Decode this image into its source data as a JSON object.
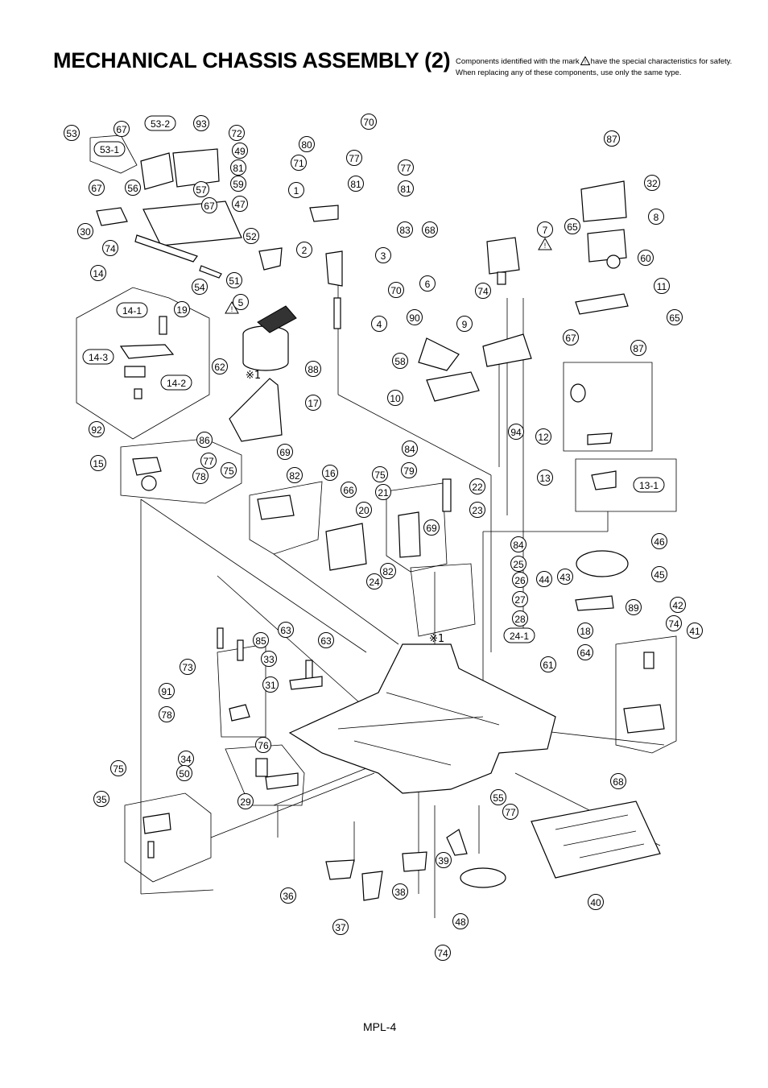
{
  "document": {
    "title": "MECHANICAL CHASSIS ASSEMBLY (2)",
    "note_line1_before": "Components identified with the mark",
    "note_line1_after": "have the special characteristics for safety.",
    "note_line2": "When replacing any of these components, use only the same type.",
    "page_number": "MPL-4",
    "icons": {
      "safety_mark": "warning-triangle-icon"
    }
  },
  "parts": [
    {
      "id": "p53",
      "label": "53"
    },
    {
      "id": "p67a",
      "label": "67"
    },
    {
      "id": "p53-2",
      "label": "53-2"
    },
    {
      "id": "p93",
      "label": "93"
    },
    {
      "id": "p53-1",
      "label": "53-1"
    },
    {
      "id": "p49",
      "label": "49"
    },
    {
      "id": "p56",
      "label": "56"
    },
    {
      "id": "p57",
      "label": "57"
    },
    {
      "id": "p67b",
      "label": "67"
    },
    {
      "id": "p67c",
      "label": "67"
    },
    {
      "id": "p30",
      "label": "30"
    },
    {
      "id": "p52",
      "label": "52"
    },
    {
      "id": "p54",
      "label": "54"
    },
    {
      "id": "p51",
      "label": "51"
    },
    {
      "id": "p74a",
      "label": "74"
    },
    {
      "id": "p14",
      "label": "14"
    },
    {
      "id": "p14-1",
      "label": "14-1"
    },
    {
      "id": "p19",
      "label": "19"
    },
    {
      "id": "p14-3",
      "label": "14-3"
    },
    {
      "id": "p14-2",
      "label": "14-2"
    },
    {
      "id": "p92",
      "label": "92"
    },
    {
      "id": "p72",
      "label": "72"
    },
    {
      "id": "p81a",
      "label": "81"
    },
    {
      "id": "p59",
      "label": "59"
    },
    {
      "id": "p47",
      "label": "47"
    },
    {
      "id": "p80",
      "label": "80"
    },
    {
      "id": "p71",
      "label": "71"
    },
    {
      "id": "p1",
      "label": "1"
    },
    {
      "id": "p70a",
      "label": "70"
    },
    {
      "id": "p77a",
      "label": "77"
    },
    {
      "id": "p81b",
      "label": "81"
    },
    {
      "id": "p77b",
      "label": "77"
    },
    {
      "id": "p81c",
      "label": "81"
    },
    {
      "id": "p83",
      "label": "83"
    },
    {
      "id": "p2",
      "label": "2"
    },
    {
      "id": "p3",
      "label": "3"
    },
    {
      "id": "p70b",
      "label": "70"
    },
    {
      "id": "p4",
      "label": "4"
    },
    {
      "id": "p5",
      "label": "5"
    },
    {
      "id": "p62",
      "label": "62"
    },
    {
      "id": "p88",
      "label": "88"
    },
    {
      "id": "p17",
      "label": "17"
    },
    {
      "id": "p68a",
      "label": "68"
    },
    {
      "id": "p7",
      "label": "7"
    },
    {
      "id": "p65a",
      "label": "65"
    },
    {
      "id": "p87a",
      "label": "87"
    },
    {
      "id": "p32",
      "label": "32"
    },
    {
      "id": "p8",
      "label": "8"
    },
    {
      "id": "p60",
      "label": "60"
    },
    {
      "id": "p6",
      "label": "6"
    },
    {
      "id": "p74b",
      "label": "74"
    },
    {
      "id": "p11",
      "label": "11"
    },
    {
      "id": "p65b",
      "label": "65"
    },
    {
      "id": "p87b",
      "label": "87"
    },
    {
      "id": "p90",
      "label": "90"
    },
    {
      "id": "p9",
      "label": "9"
    },
    {
      "id": "p67d",
      "label": "67"
    },
    {
      "id": "p58",
      "label": "58"
    },
    {
      "id": "p10",
      "label": "10"
    },
    {
      "id": "p94",
      "label": "94"
    },
    {
      "id": "p12",
      "label": "12"
    },
    {
      "id": "p13",
      "label": "13"
    },
    {
      "id": "p13-1",
      "label": "13-1"
    },
    {
      "id": "p15",
      "label": "15"
    },
    {
      "id": "p86",
      "label": "86"
    },
    {
      "id": "p77c",
      "label": "77"
    },
    {
      "id": "p78a",
      "label": "78"
    },
    {
      "id": "p75a",
      "label": "75"
    },
    {
      "id": "p69a",
      "label": "69"
    },
    {
      "id": "p82a",
      "label": "82"
    },
    {
      "id": "p16",
      "label": "16"
    },
    {
      "id": "p84a",
      "label": "84"
    },
    {
      "id": "p75b",
      "label": "75"
    },
    {
      "id": "p79",
      "label": "79"
    },
    {
      "id": "p22",
      "label": "22"
    },
    {
      "id": "p66",
      "label": "66"
    },
    {
      "id": "p21",
      "label": "21"
    },
    {
      "id": "p20",
      "label": "20"
    },
    {
      "id": "p23",
      "label": "23"
    },
    {
      "id": "p69b",
      "label": "69"
    },
    {
      "id": "p84b",
      "label": "84"
    },
    {
      "id": "p25",
      "label": "25"
    },
    {
      "id": "p46",
      "label": "46"
    },
    {
      "id": "p82b",
      "label": "82"
    },
    {
      "id": "p24",
      "label": "24"
    },
    {
      "id": "p26",
      "label": "26"
    },
    {
      "id": "p44",
      "label": "44"
    },
    {
      "id": "p43",
      "label": "43"
    },
    {
      "id": "p45",
      "label": "45"
    },
    {
      "id": "p27",
      "label": "27"
    },
    {
      "id": "p28",
      "label": "28"
    },
    {
      "id": "p89",
      "label": "89"
    },
    {
      "id": "p42",
      "label": "42"
    },
    {
      "id": "p18",
      "label": "18"
    },
    {
      "id": "p24-1",
      "label": "24-1"
    },
    {
      "id": "p74c",
      "label": "74"
    },
    {
      "id": "p41",
      "label": "41"
    },
    {
      "id": "p64",
      "label": "64"
    },
    {
      "id": "p63a",
      "label": "63"
    },
    {
      "id": "p85",
      "label": "85"
    },
    {
      "id": "p63b",
      "label": "63"
    },
    {
      "id": "p61",
      "label": "61"
    },
    {
      "id": "p73",
      "label": "73"
    },
    {
      "id": "p33",
      "label": "33"
    },
    {
      "id": "p31",
      "label": "31"
    },
    {
      "id": "p91",
      "label": "91"
    },
    {
      "id": "p78b",
      "label": "78"
    },
    {
      "id": "p76",
      "label": "76"
    },
    {
      "id": "p34",
      "label": "34"
    },
    {
      "id": "p75c",
      "label": "75"
    },
    {
      "id": "p50",
      "label": "50"
    },
    {
      "id": "p35",
      "label": "35"
    },
    {
      "id": "p29",
      "label": "29"
    },
    {
      "id": "p68b",
      "label": "68"
    },
    {
      "id": "p55",
      "label": "55"
    },
    {
      "id": "p77d",
      "label": "77"
    },
    {
      "id": "p39",
      "label": "39"
    },
    {
      "id": "p36",
      "label": "36"
    },
    {
      "id": "p38",
      "label": "38"
    },
    {
      "id": "p40",
      "label": "40"
    },
    {
      "id": "p37",
      "label": "37"
    },
    {
      "id": "p48",
      "label": "48"
    },
    {
      "id": "p74d",
      "label": "74"
    }
  ],
  "marks": [
    {
      "id": "m1",
      "label": "※1"
    },
    {
      "id": "m2",
      "label": "※1"
    }
  ]
}
